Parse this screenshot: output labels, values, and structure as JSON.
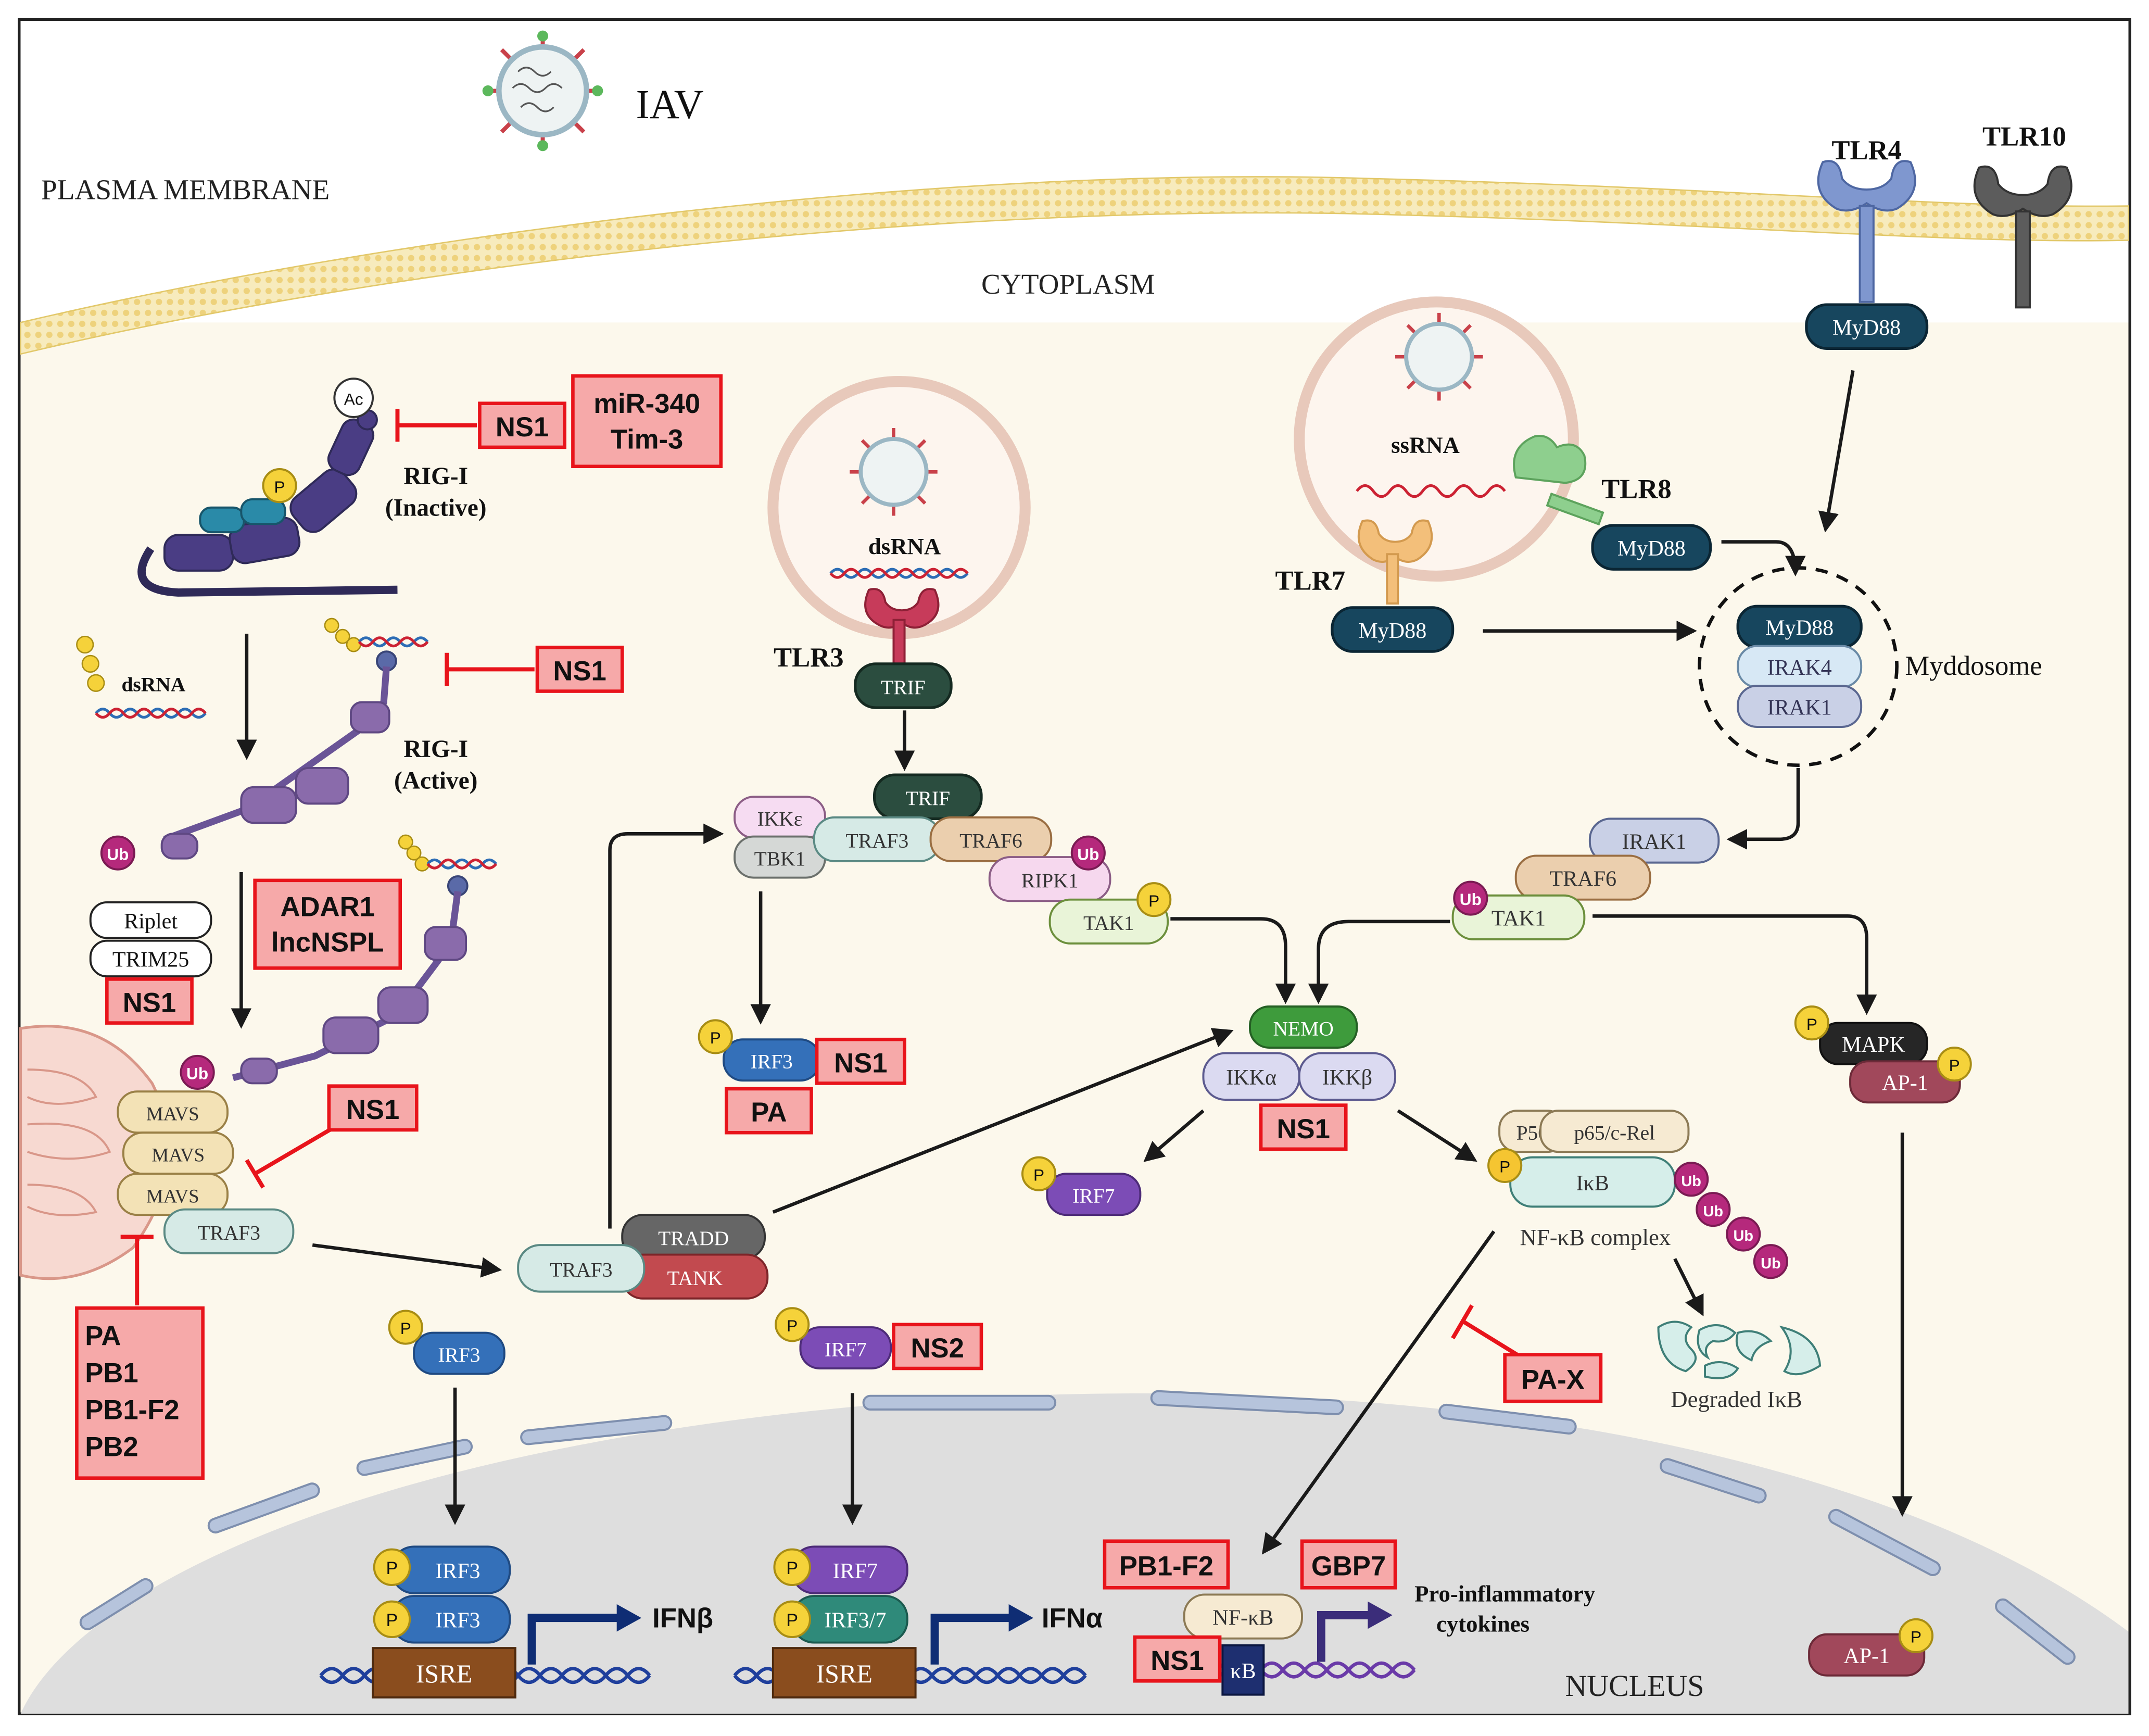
{
  "regions": {
    "plasma_membrane": "PLASMA MEMBRANE",
    "cytoplasm": "CYTOPLASM",
    "nucleus": "NUCLEUS",
    "virus": "IAV"
  },
  "receptors": {
    "tlr4": "TLR4",
    "tlr10": "TLR10",
    "tlr3": "TLR3",
    "tlr7": "TLR7",
    "tlr8": "TLR8",
    "rig_i_inactive": [
      "RIG-I",
      "(Inactive)"
    ],
    "rig_i_active": [
      "RIG-I",
      "(Active)"
    ]
  },
  "nucleic_acids": {
    "dsrna_left": "dsRNA",
    "dsrna_tlr3": "dsRNA",
    "ssrna": "ssRNA"
  },
  "marks": {
    "ac": "Ac",
    "p": "P",
    "ub": "Ub",
    "kb": "κB"
  },
  "proteins": {
    "myd88": "MyD88",
    "irak4": "IRAK4",
    "irak1": "IRAK1",
    "myddosome": "Myddosome",
    "trif": "TRIF",
    "ikke": "IKKε",
    "tbk1": "TBK1",
    "traf3": "TRAF3",
    "traf6": "TRAF6",
    "ripk1": "RIPK1",
    "tak1": "TAK1",
    "nemo": "NEMO",
    "ikka": "IKKα",
    "ikkb": "IKKβ",
    "mavs": "MAVS",
    "tradd": "TRADD",
    "tank": "TANK",
    "irf3": "IRF3",
    "irf7": "IRF7",
    "irf37": "IRF3/7",
    "mapk": "MAPK",
    "ap1": "AP-1",
    "p50": "P50",
    "p65": "p65/c-Rel",
    "ikb": "IκB",
    "nfkb": "NF-κB",
    "nfkb_complex": "NF-κB complex",
    "degraded_ikb": "Degraded IκB",
    "riplet": "Riplet",
    "trim25": "TRIM25",
    "isre": "ISRE"
  },
  "outputs": {
    "ifnb": "IFNβ",
    "ifna": "IFNα",
    "proinflammatory": [
      "Pro-inflammatory",
      "cytokines"
    ]
  },
  "inhibitors": {
    "ns1": "NS1",
    "ns2": "NS2",
    "mir340": "miR-340",
    "tim3": "Tim-3",
    "adar1": "ADAR1",
    "lncnspl": "lncNSPL",
    "pa": "PA",
    "pb1": "PB1",
    "pb1f2": "PB1-F2",
    "pb2": "PB2",
    "pax": "PA-X",
    "gbp7": "GBP7"
  },
  "colors": {
    "cytoplasm": "#fcf8ec",
    "membrane": "#f2dd8f",
    "nucleus": "#dedede",
    "inhibitor_fill": "#f6a9a9",
    "inhibitor_stroke": "#e8141b",
    "myd88": "#17465e",
    "trif": "#2b4d3f",
    "nemo": "#3e9b3c",
    "irf3": "#3470b9",
    "irf7": "#7c4cb6",
    "ap1": "#a1485b",
    "tank": "#c24a4f",
    "ub": "#b5297c",
    "phospho": "#f5d23a",
    "isre": "#8a4d1e",
    "promoter_arrow": "#0f2d74",
    "rig_i": "#8a6bab"
  }
}
